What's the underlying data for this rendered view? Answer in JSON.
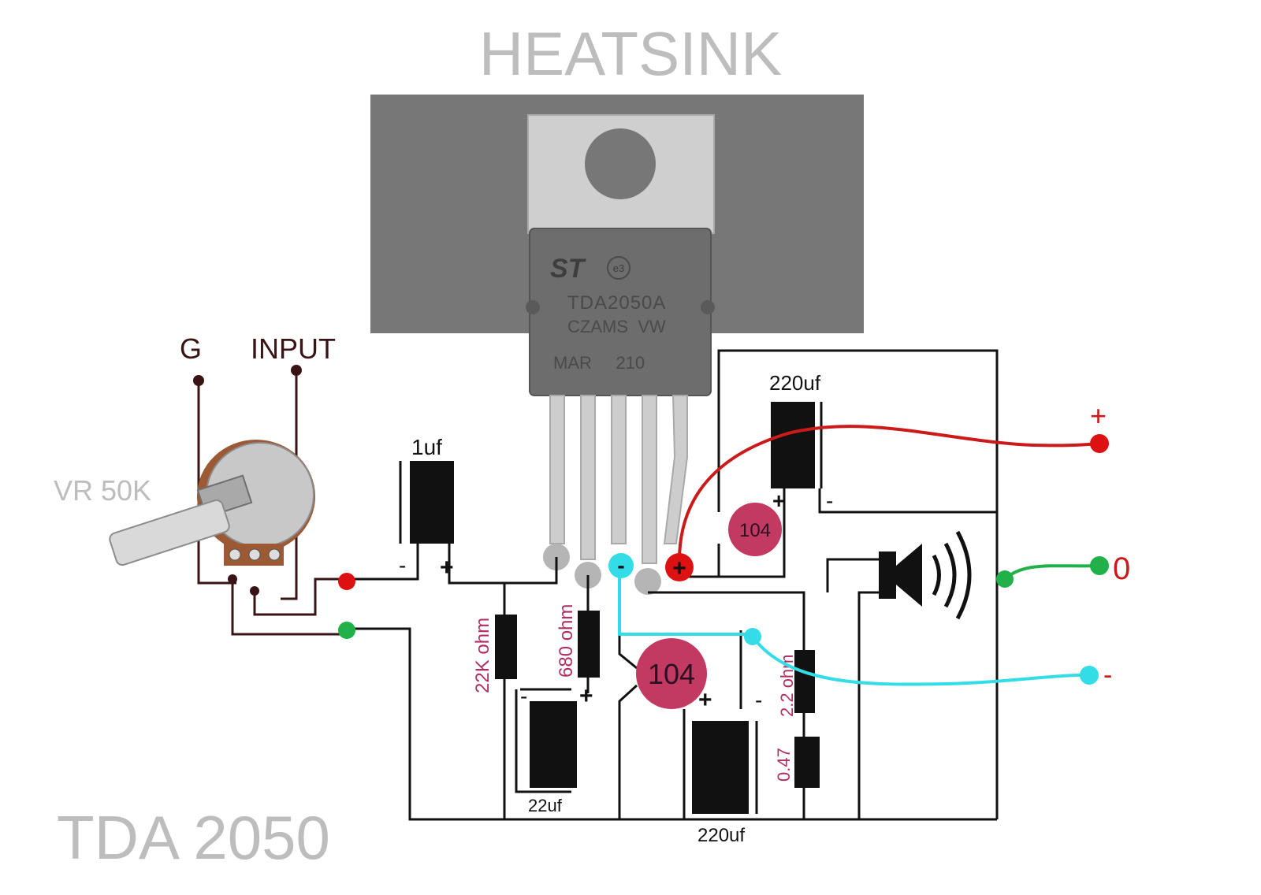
{
  "header": {
    "title": "HEATSINK"
  },
  "footer": {
    "title": "TDA 2050"
  },
  "chip": {
    "marking_line1": "TDA2050A",
    "marking_line2": "CZAMS  VW",
    "marking_line3": "MAR     210",
    "logo_text": "ST",
    "e3_mark": "e3"
  },
  "potentiometer": {
    "label": "VR 50K"
  },
  "terminals": {
    "ground": "G",
    "input": "INPUT",
    "supply_plus": "+",
    "supply_zero": "0",
    "supply_minus": "-"
  },
  "components": {
    "cap_1uf": "1uf",
    "cap_1uf_minus": "-",
    "cap_1uf_plus": "+",
    "cap_220uf_top": "220uf",
    "cap_220uf_top_plus": "+",
    "cap_220uf_top_minus": "-",
    "cap_104_top": "104",
    "cap_104_mid": "104",
    "res_22k": "22K ohm",
    "res_680": "680 ohm",
    "cap_22uf": "22uf",
    "cap_22uf_minus": "-",
    "cap_22uf_plus": "+",
    "cap_220uf_bottom": "220uf",
    "cap_220uf_bottom_plus": "+",
    "cap_220uf_bottom_minus": "-",
    "res_2_2": "2.2 ohm",
    "res_047": "0.47",
    "pin4_minus": "-",
    "pin5_plus": "+"
  },
  "colors": {
    "heatsink": "#777777",
    "tab": "#c8c8c8",
    "chip_body": "#6d6d6d",
    "wire": "#111111",
    "pot_wire": "#3a1414",
    "plus_wire": "#cc1a1a",
    "minus_wire": "#33dde8",
    "zero_wire": "#22b04a",
    "ceramic": "#c23a62",
    "label_gray": "#bdbdbd",
    "label_magenta": "#b02d62"
  }
}
